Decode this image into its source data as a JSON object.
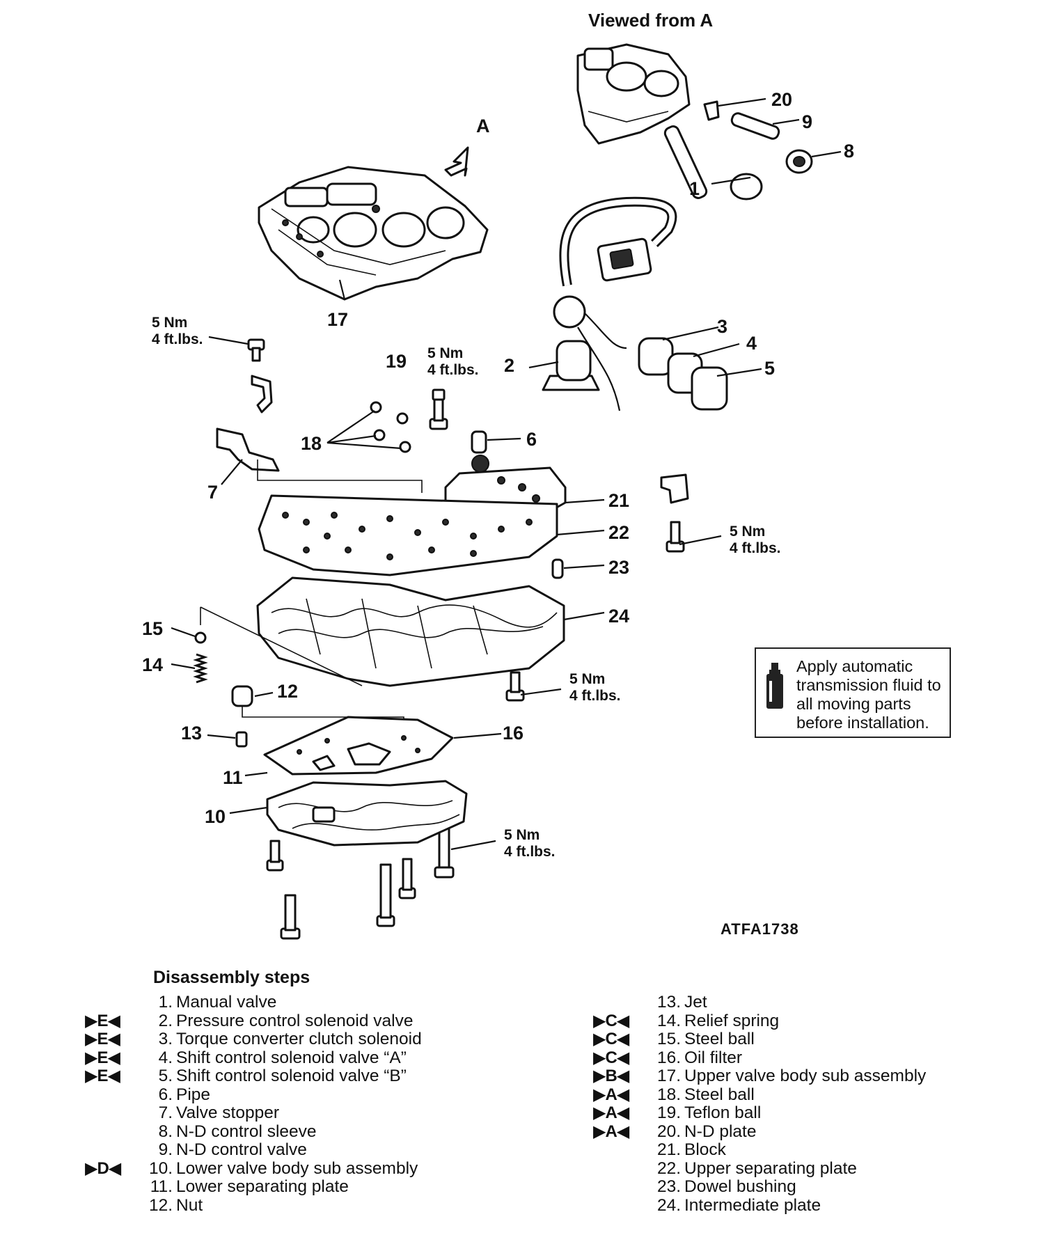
{
  "header": {
    "view_label": "Viewed from A",
    "arrow_label": "A"
  },
  "callouts": [
    "1",
    "2",
    "3",
    "4",
    "5",
    "6",
    "7",
    "8",
    "9",
    "10",
    "11",
    "12",
    "13",
    "14",
    "15",
    "16",
    "17",
    "18",
    "19",
    "20",
    "21",
    "22",
    "23",
    "24"
  ],
  "torque": {
    "value": "5 Nm",
    "imperial": "4 ft.lbs."
  },
  "note": {
    "text": "Apply automatic transmission fluid to all moving parts before installation.",
    "icon": "fluid-bottle-icon"
  },
  "figure_id": "ATFA1738",
  "steps": {
    "title": "Disassembly steps",
    "left": [
      {
        "mark": "",
        "num": "1.",
        "name": "Manual valve"
      },
      {
        "mark": "▶E◀",
        "num": "2.",
        "name": "Pressure control solenoid valve"
      },
      {
        "mark": "▶E◀",
        "num": "3.",
        "name": "Torque converter clutch solenoid"
      },
      {
        "mark": "▶E◀",
        "num": "4.",
        "name": "Shift control solenoid valve “A”"
      },
      {
        "mark": "▶E◀",
        "num": "5.",
        "name": "Shift control solenoid valve “B”"
      },
      {
        "mark": "",
        "num": "6.",
        "name": "Pipe"
      },
      {
        "mark": "",
        "num": "7.",
        "name": "Valve stopper"
      },
      {
        "mark": "",
        "num": "8.",
        "name": "N-D control sleeve"
      },
      {
        "mark": "",
        "num": "9.",
        "name": "N-D control valve"
      },
      {
        "mark": "▶D◀",
        "num": "10.",
        "name": "Lower valve body sub assembly"
      },
      {
        "mark": "",
        "num": "11.",
        "name": "Lower separating plate"
      },
      {
        "mark": "",
        "num": "12.",
        "name": "Nut"
      }
    ],
    "right": [
      {
        "mark": "",
        "num": "13.",
        "name": "Jet"
      },
      {
        "mark": "▶C◀",
        "num": "14.",
        "name": "Relief spring"
      },
      {
        "mark": "▶C◀",
        "num": "15.",
        "name": "Steel ball"
      },
      {
        "mark": "▶C◀",
        "num": "16.",
        "name": "Oil filter"
      },
      {
        "mark": "▶B◀",
        "num": "17.",
        "name": "Upper valve body sub assembly"
      },
      {
        "mark": "▶A◀",
        "num": "18.",
        "name": "Steel ball"
      },
      {
        "mark": "▶A◀",
        "num": "19.",
        "name": "Teflon ball"
      },
      {
        "mark": "▶A◀",
        "num": "20.",
        "name": "N-D plate"
      },
      {
        "mark": "",
        "num": "21.",
        "name": "Block"
      },
      {
        "mark": "",
        "num": "22.",
        "name": "Upper separating plate"
      },
      {
        "mark": "",
        "num": "23.",
        "name": "Dowel bushing"
      },
      {
        "mark": "",
        "num": "24.",
        "name": "Intermediate plate"
      }
    ]
  }
}
